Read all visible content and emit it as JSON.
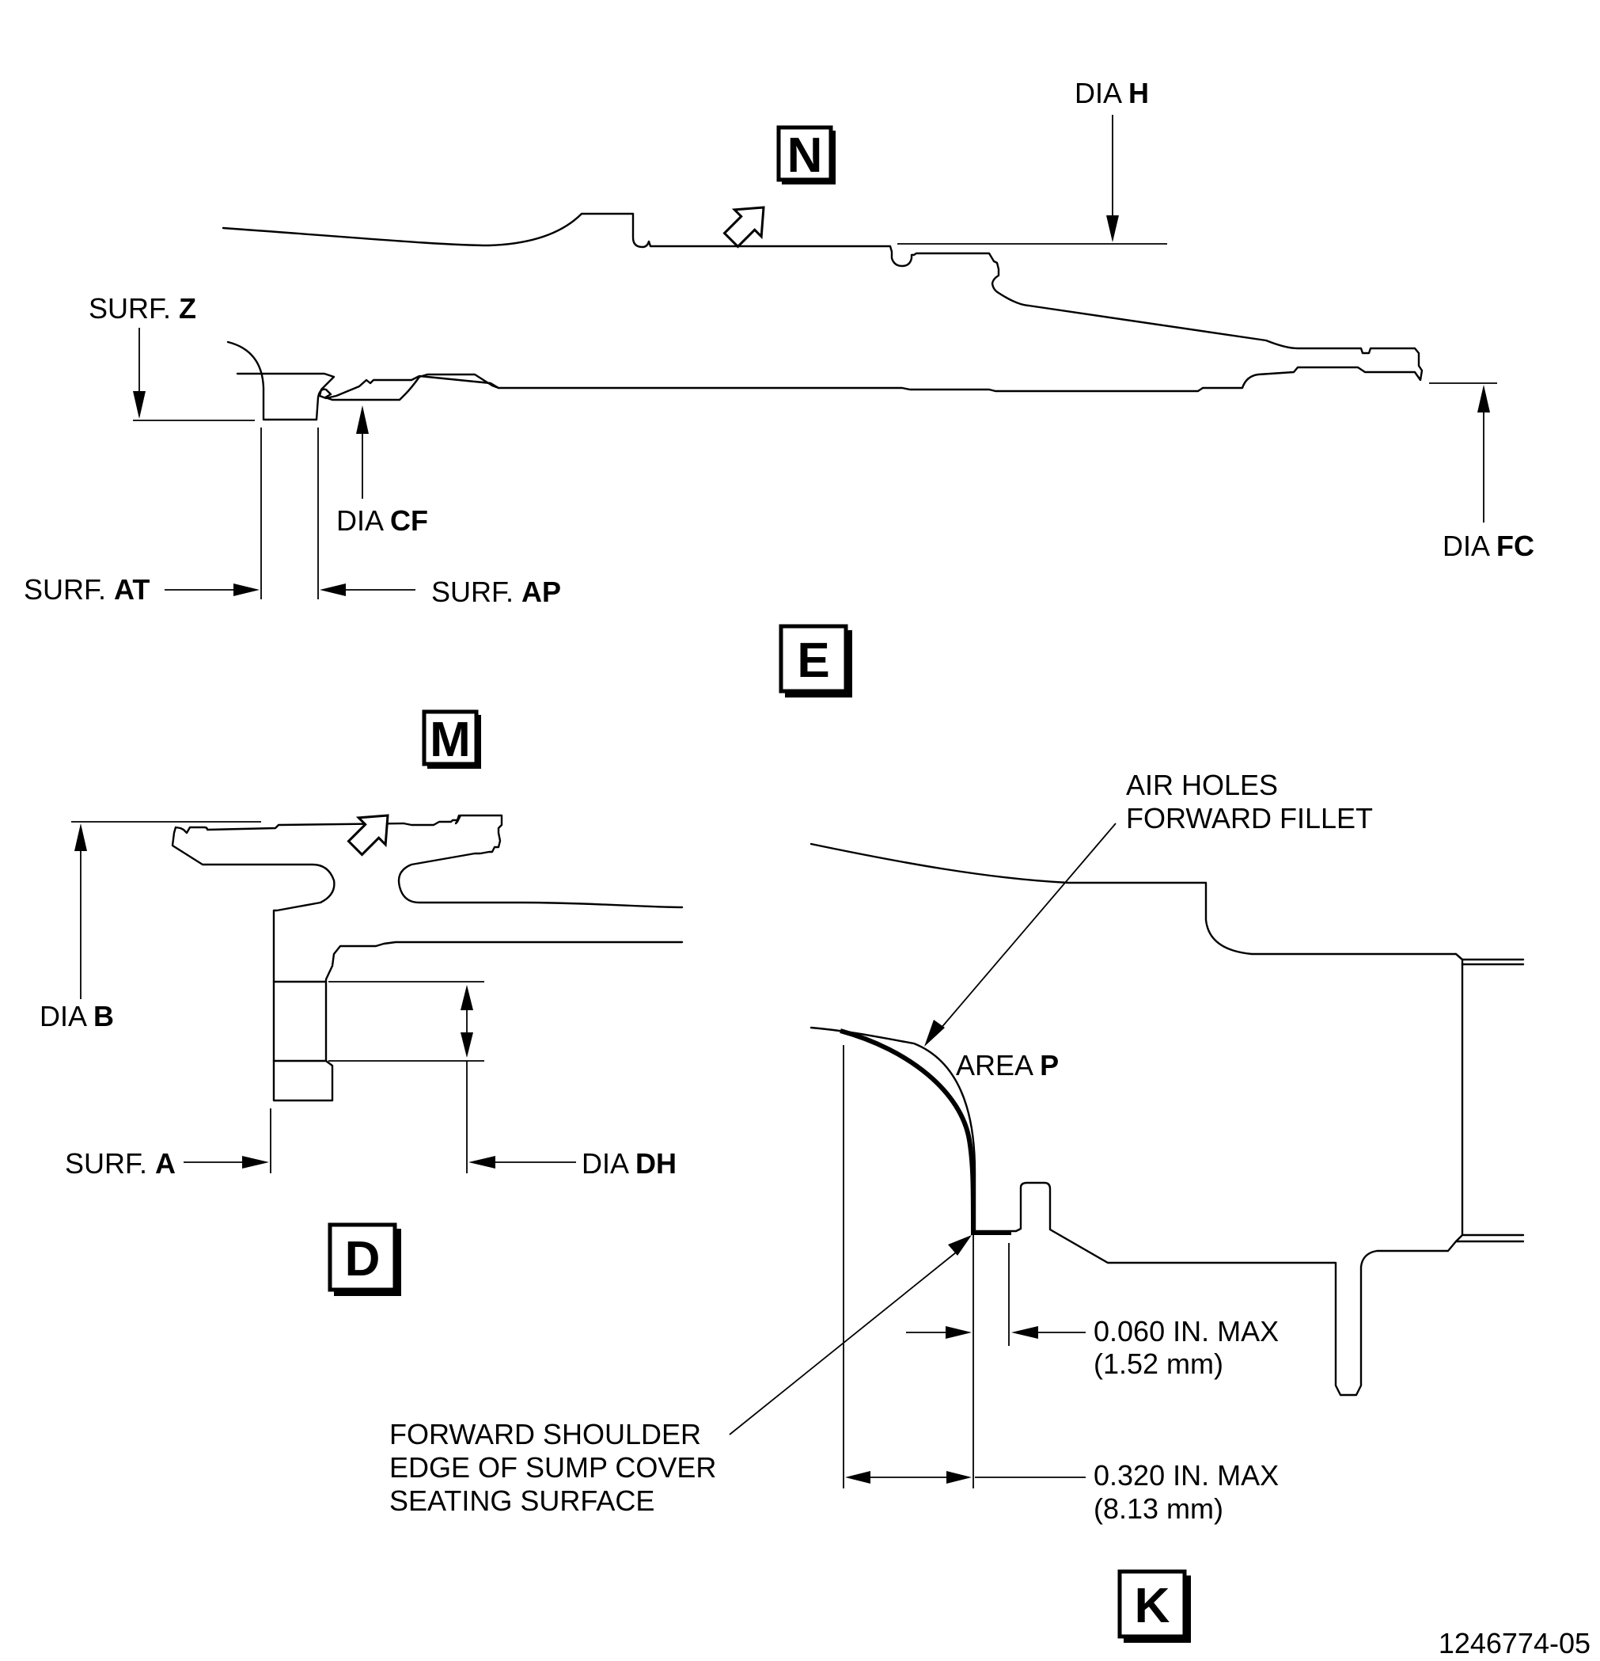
{
  "views": {
    "E": {
      "view_label": "E",
      "section_callout": "N",
      "dia_h": {
        "prefix": "DIA",
        "code": "H"
      },
      "surf_z": {
        "prefix": "SURF.",
        "code": "Z"
      },
      "dia_cf": {
        "prefix": "DIA",
        "code": "CF"
      },
      "dia_fc": {
        "prefix": "DIA",
        "code": "FC"
      },
      "surf_at": {
        "prefix": "SURF.",
        "code": "AT"
      },
      "surf_ap": {
        "prefix": "SURF.",
        "code": "AP"
      }
    },
    "D": {
      "view_label": "D",
      "section_callout": "M",
      "dia_b": {
        "prefix": "DIA",
        "code": "B"
      },
      "surf_a": {
        "prefix": "SURF.",
        "code": "A"
      },
      "dia_dh": {
        "prefix": "DIA",
        "code": "DH"
      }
    },
    "K": {
      "view_label": "K",
      "air_holes": [
        "AIR HOLES",
        "FORWARD FILLET"
      ],
      "area_p": {
        "prefix": "AREA",
        "code": "P"
      },
      "dim_small": {
        "inches": "0.060 IN. MAX",
        "metric": "(1.52 mm)"
      },
      "dim_large": {
        "inches": "0.320 IN. MAX",
        "metric": "(8.13 mm)"
      },
      "shoulder_note": [
        "FORWARD SHOULDER",
        "EDGE OF SUMP COVER",
        "SEATING SURFACE"
      ]
    }
  },
  "figure_number": "1246774-05"
}
